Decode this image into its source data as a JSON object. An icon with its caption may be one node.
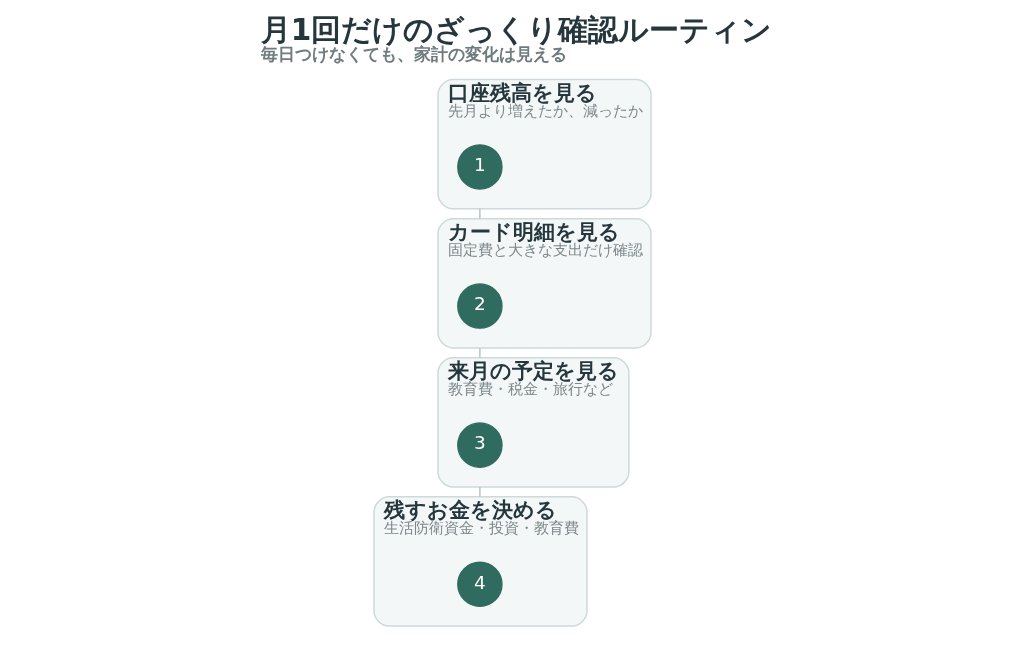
{
  "diagram": {
    "title": "月1回だけのざっくり確認ルーティン",
    "caption": "毎日つけなくても、家計の変化は見える",
    "nodes": [
      {
        "text": [
          "口座残高を見る",
          "先月より増えたか、減ったか"
        ]
      },
      {
        "text": [
          "1"
        ],
        "in": 0
      },
      {
        "text": [
          "カード明細を見る",
          "固定費と大きな支出だけ確認"
        ]
      },
      {
        "text": [
          "2"
        ],
        "in": 2
      },
      {
        "text": [
          "来月の予定を見る",
          "教育費・税金・旅行など"
        ]
      },
      {
        "text": [
          "3"
        ],
        "in": 4
      },
      {
        "text": [
          "残すお金を決める",
          "生活防衛資金・投資・教育費"
        ]
      },
      {
        "text": [
          "4"
        ],
        "in": 6
      }
    ],
    "edges": [
      {
        "from": 0,
        "to": 2,
        "arrow": "none"
      },
      {
        "from": 2,
        "to": 4,
        "arrow": "none"
      },
      {
        "from": 4,
        "to": 6,
        "arrow": "none"
      }
    ]
  }
}
